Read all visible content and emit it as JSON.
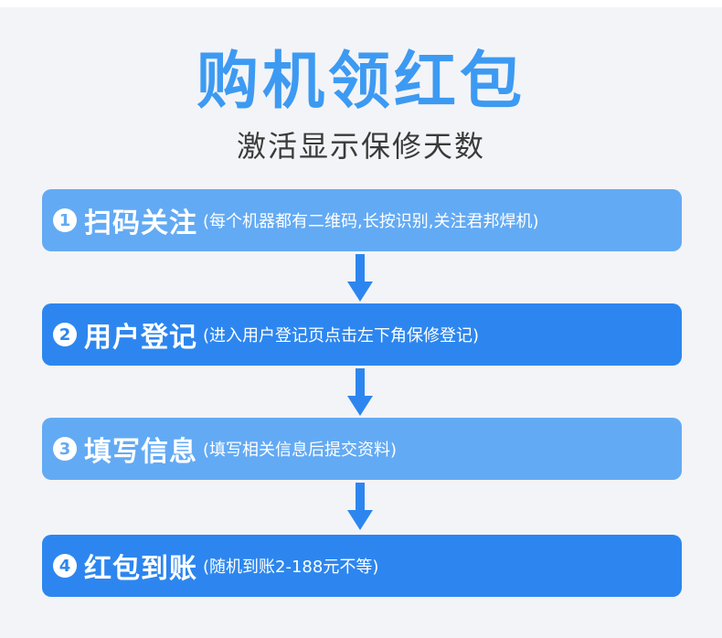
{
  "title": "购机领红包",
  "subtitle": "激活显示保修天数",
  "accent_color": "#3d9af2",
  "steps": [
    {
      "num": "1",
      "label": "扫码关注",
      "desc": "(每个机器都有二维码,长按识别,关注君邦焊机)"
    },
    {
      "num": "2",
      "label": "用户登记",
      "desc": "(进入用户登记页点击左下角保修登记)"
    },
    {
      "num": "3",
      "label": "填写信息",
      "desc": "(填写相关信息后提交资料)"
    },
    {
      "num": "4",
      "label": "红包到账",
      "desc": "(随机到账2-188元不等)"
    }
  ],
  "arrow_icon": "arrow-down-icon"
}
